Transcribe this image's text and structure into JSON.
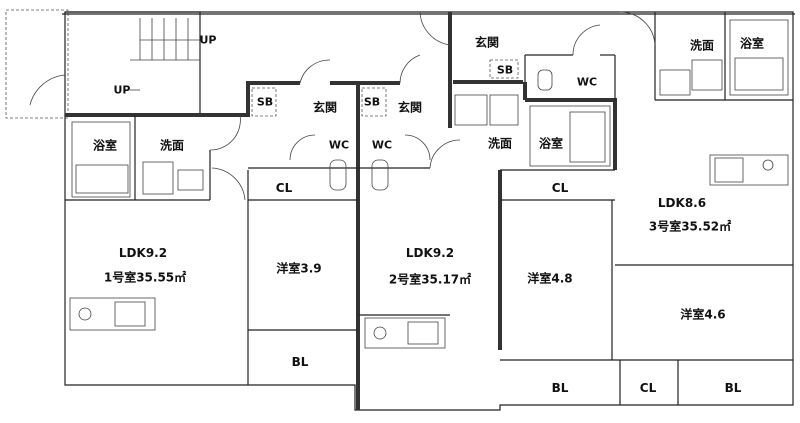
{
  "stairs": {
    "up_label_1": "UP",
    "up_label_2": "UP"
  },
  "unit1": {
    "bath": "浴室",
    "washroom": "洗面",
    "shoe_box": "SB",
    "entrance": "玄関",
    "wc": "WC",
    "closet": "CL",
    "ldk": "LDK9.2",
    "room_area": "1号室35.55㎡",
    "western_room": "洋室3.9",
    "balcony": "BL"
  },
  "unit2": {
    "shoe_box": "SB",
    "entrance": "玄関",
    "wc": "WC",
    "ldk": "LDK9.2",
    "room_area": "2号室35.17㎡",
    "washroom": "洗面",
    "bath": "浴室",
    "closet": "CL",
    "western_room": "洋室4.8",
    "balcony": "BL"
  },
  "unit3": {
    "entrance": "玄関",
    "shoe_box": "SB",
    "wc": "WC",
    "washroom": "洗面",
    "bath": "浴室",
    "ldk": "LDK8.6",
    "room_area": "3号室35.52㎡",
    "western_room": "洋室4.6",
    "closet": "CL",
    "balcony": "BL"
  }
}
